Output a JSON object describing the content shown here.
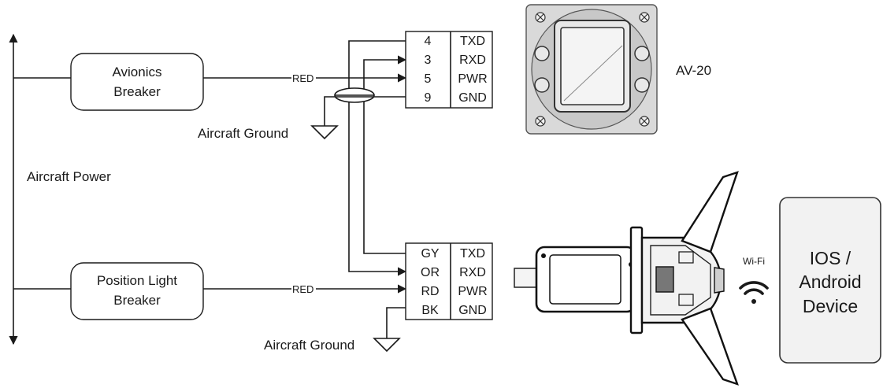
{
  "power_bus": {
    "label": "Aircraft Power"
  },
  "breakers": {
    "avionics": {
      "line1": "Avionics",
      "line2": "Breaker",
      "wire": "RED"
    },
    "position": {
      "line1": "Position Light",
      "line2": "Breaker",
      "wire": "RED"
    }
  },
  "grounds": {
    "top": "Aircraft Ground",
    "bottom": "Aircraft Ground"
  },
  "av20_connector": {
    "pins": [
      "4",
      "3",
      "5",
      "9"
    ],
    "signals": [
      "TXD",
      "RXD",
      "PWR",
      "GND"
    ]
  },
  "transceiver_connector": {
    "pins": [
      "GY",
      "OR",
      "RD",
      "BK"
    ],
    "signals": [
      "TXD",
      "RXD",
      "PWR",
      "GND"
    ]
  },
  "av20": {
    "label": "AV-20"
  },
  "wifi": {
    "label": "Wi-Fi"
  },
  "device": {
    "line1": "IOS /",
    "line2": "Android",
    "line3": "Device"
  },
  "colors": {
    "line": "#1a1a1a",
    "device_fill": "#f2f2f2",
    "instrument_fill": "#d9d9d9"
  }
}
